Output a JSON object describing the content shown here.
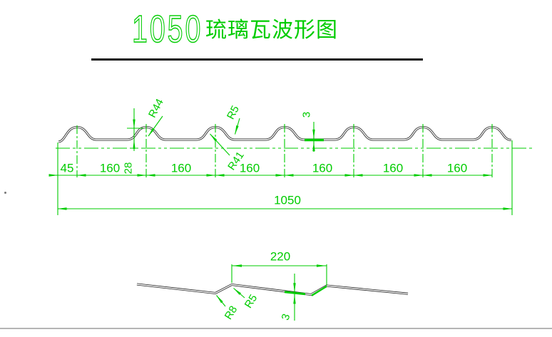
{
  "title": {
    "number": "1050",
    "text": "琉璃瓦波形图"
  },
  "colors": {
    "annotation_green": "#00cc00",
    "profile_line": "#1c1c1c"
  },
  "main_view": {
    "segment_dims": [
      "45",
      "160",
      "160",
      "160",
      "160",
      "160",
      "160"
    ],
    "wave_height_dim": "28",
    "thickness_dim": "3",
    "total_length_dim": "1050",
    "radius_labels": [
      "R44",
      "R5",
      "R41"
    ]
  },
  "detail_view": {
    "width_dim": "220",
    "thickness_dim": "3",
    "radius_labels": [
      "R5",
      "R8"
    ]
  }
}
